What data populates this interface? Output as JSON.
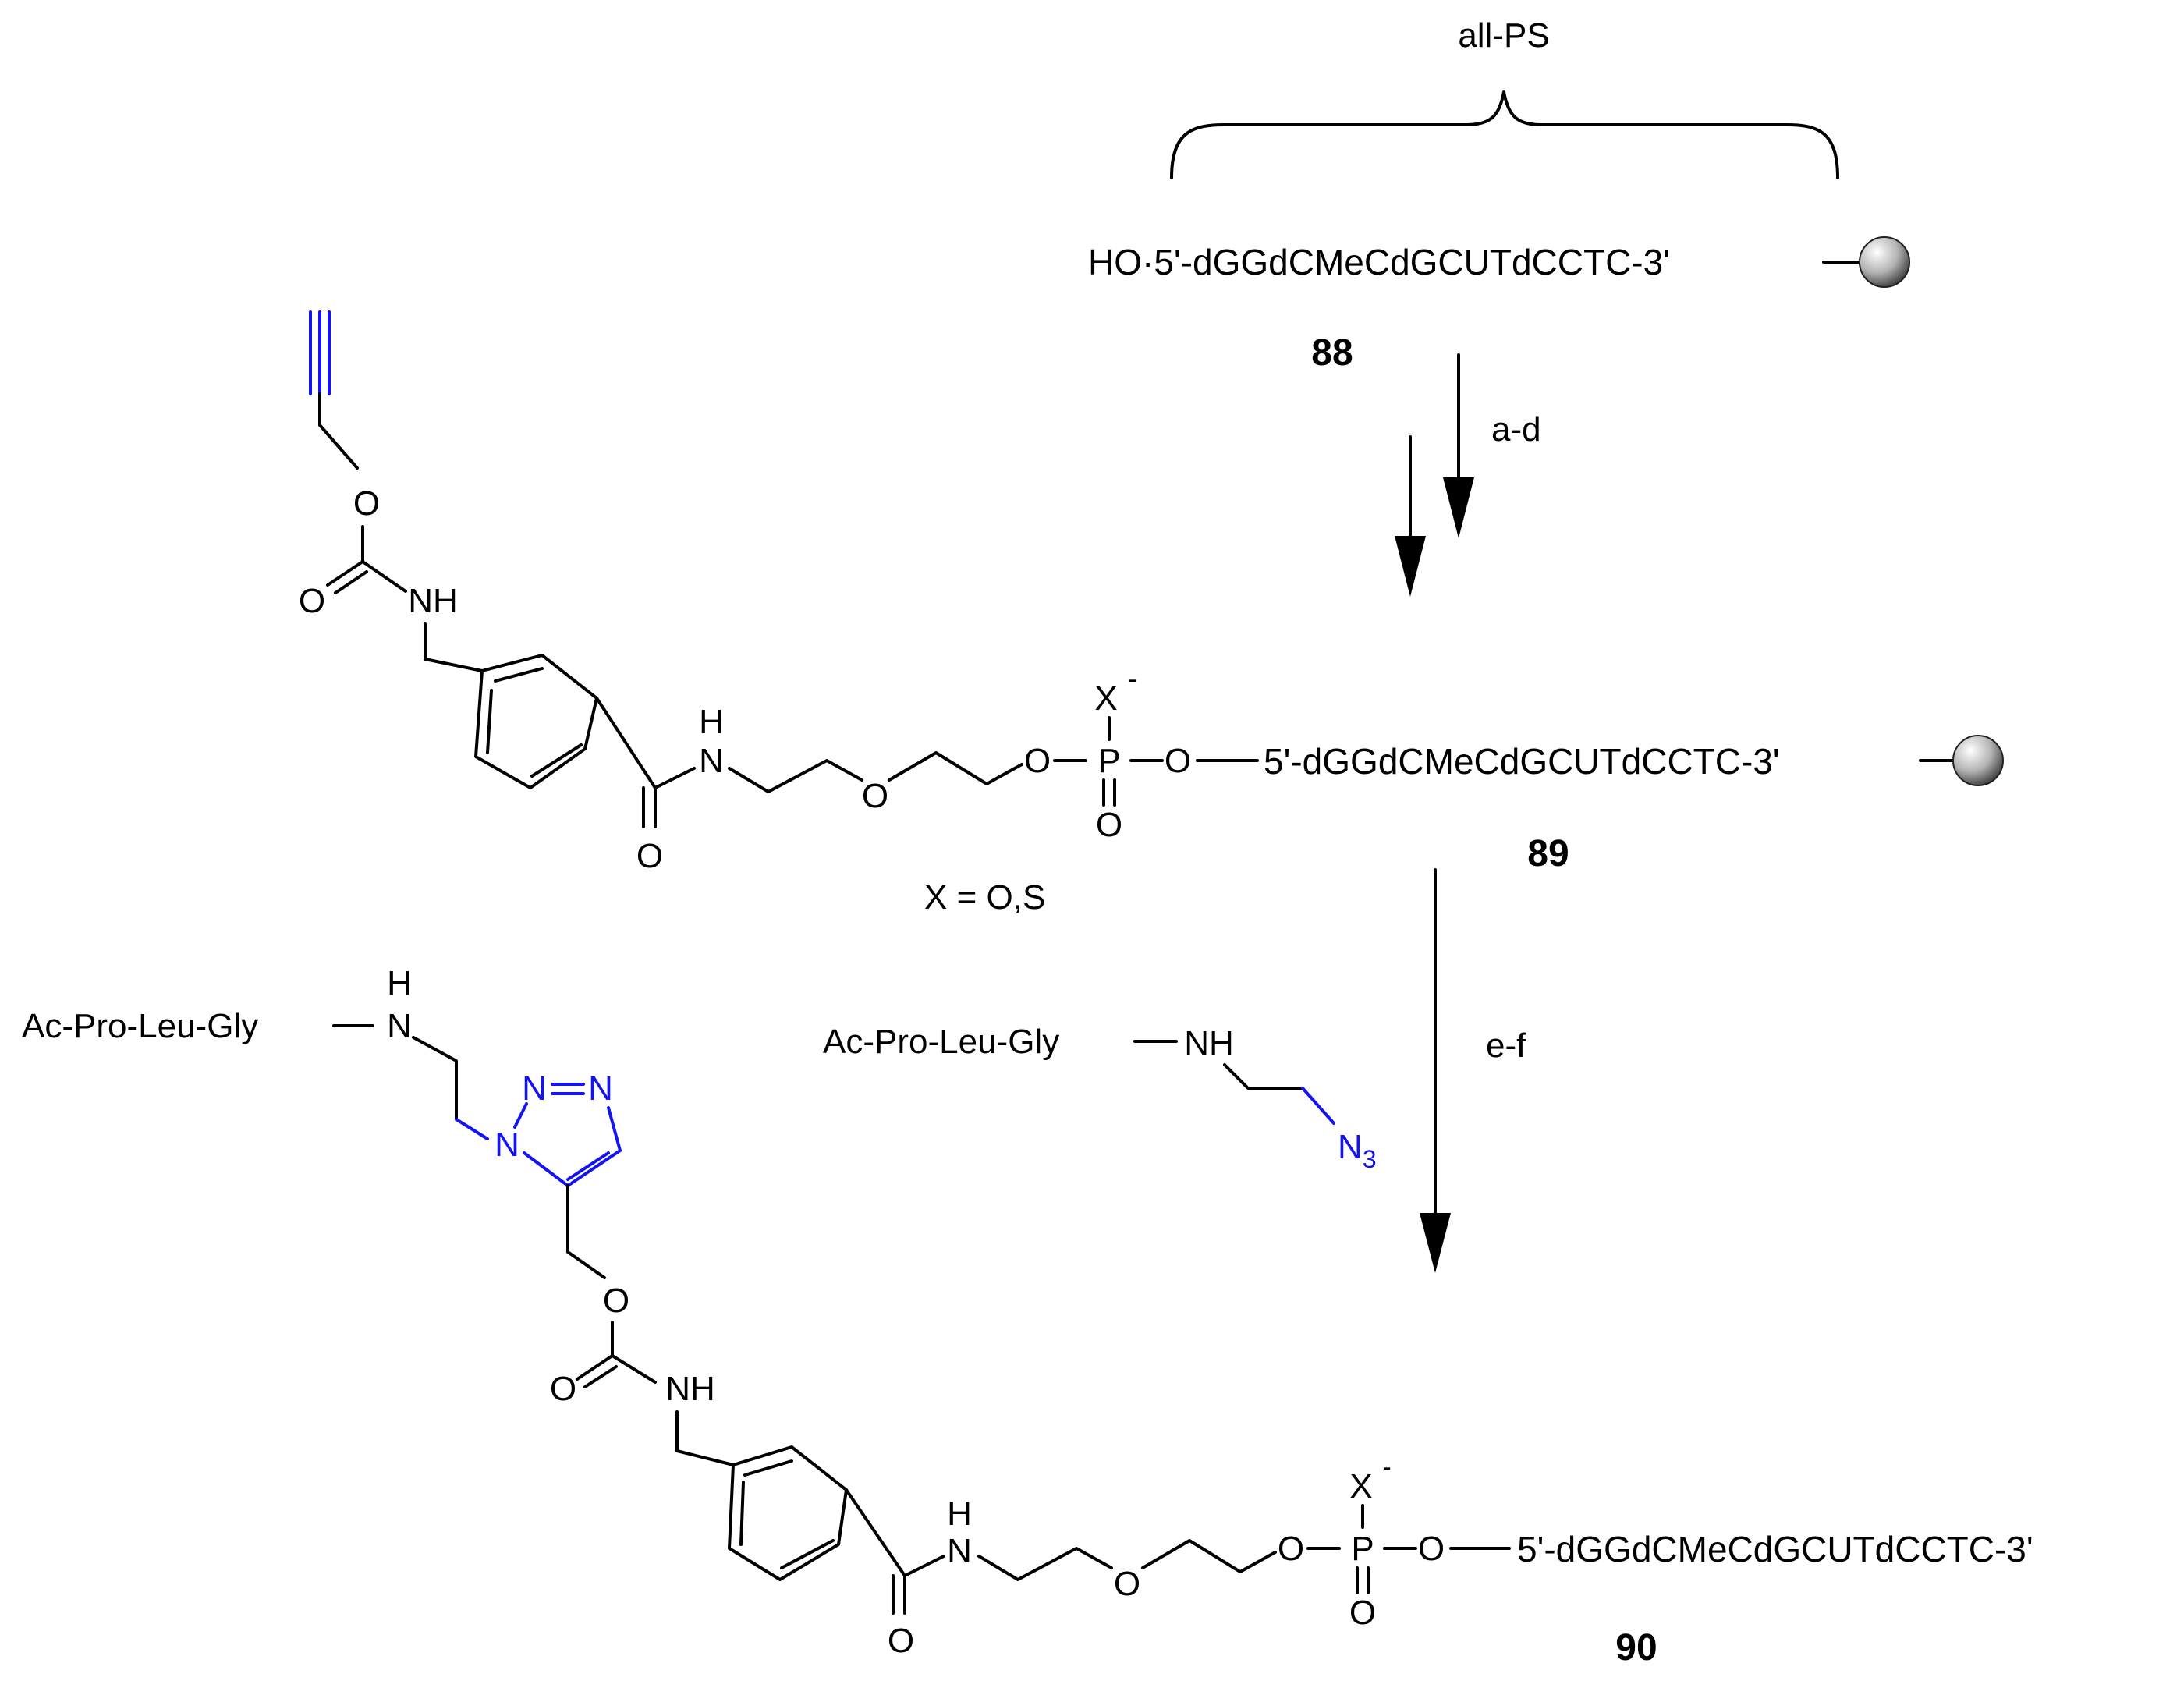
{
  "scheme": {
    "brace_label": "all-PS",
    "sequence_88": "HO·5'-dGGdCMeCdGCUTdCCTC-3'",
    "sequence_89": "5'-dGGdCMeCdGCUTdCCTC-3'",
    "sequence_90": "5'-dGGdCMeCdGCUTdCCTC-3'",
    "compound_88": "88",
    "compound_89": "89",
    "compound_90": "90",
    "step_1_reagents": "a-d",
    "step_2_reagents": "e-f",
    "x_definition": "X = O,S",
    "peptide_azide": "Ac-Pro-Leu-Gly",
    "peptide_product": "Ac-Pro-Leu-Gly",
    "atoms": {
      "O": "O",
      "NH": "NH",
      "H": "H",
      "N": "N",
      "P": "P",
      "X": "X",
      "minus": "-",
      "N3_main": "N",
      "N3_sub": "3"
    },
    "colors": {
      "bond": "#000000",
      "click_group": "#1414f0",
      "bead": "#9a9a9a"
    }
  }
}
